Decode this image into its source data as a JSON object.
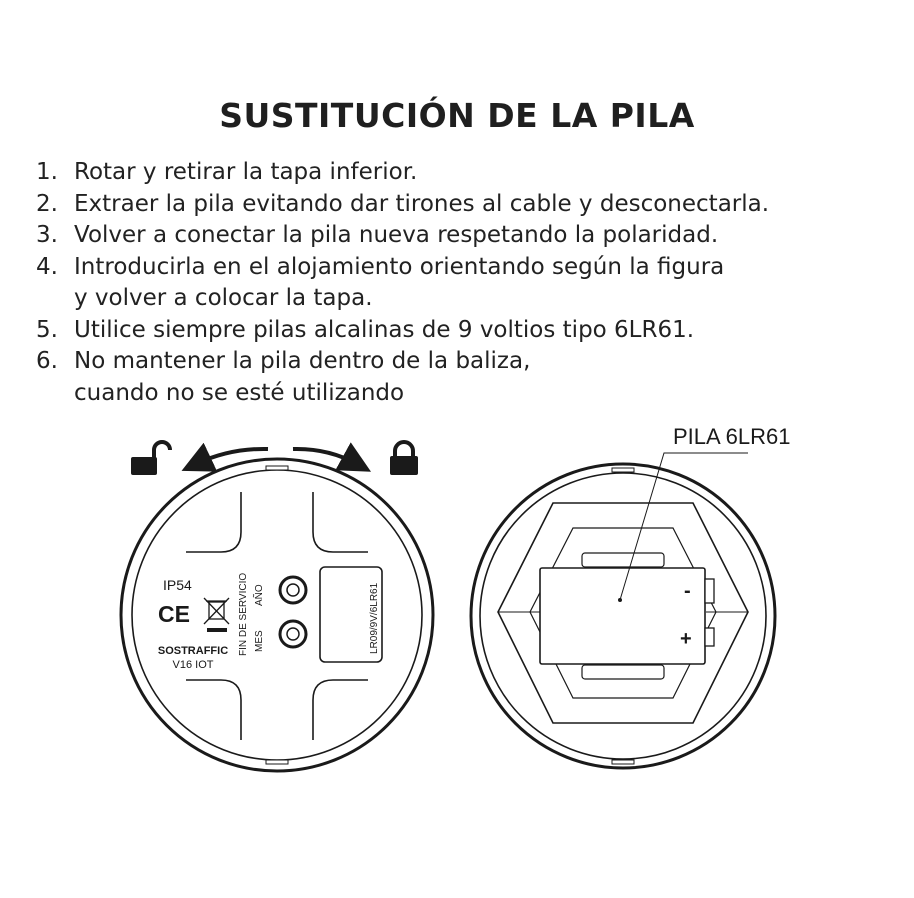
{
  "title": "SUSTITUCIÓN DE LA PILA",
  "steps": [
    {
      "num": "1.",
      "lines": [
        "Rotar y retirar la tapa inferior."
      ]
    },
    {
      "num": "2.",
      "lines": [
        "Extraer la pila evitando dar tirones al cable y desconectarla."
      ]
    },
    {
      "num": "3.",
      "lines": [
        "Volver a conectar la pila nueva respetando la polaridad."
      ]
    },
    {
      "num": "4.",
      "lines": [
        "Introducirla en el alojamiento orientando según la figura",
        "y volver a colocar la tapa."
      ]
    },
    {
      "num": "5.",
      "lines": [
        "Utilice siempre pilas alcalinas de 9 voltios tipo 6LR61."
      ]
    },
    {
      "num": "6.",
      "lines": [
        "No mantener la pila dentro de la baliza,",
        "cuando no se esté utilizando"
      ]
    }
  ],
  "left_device": {
    "ip_rating": "IP54",
    "ce_mark": "CE",
    "brand": "SOSTRAFFIC",
    "model": "V16 IOT",
    "end_of_service_label": "FIN DE SERVICIO",
    "year_label": "AÑO",
    "month_label": "MES",
    "battery_code": "LR09/9V/6LR61",
    "icons": [
      "unlock-icon",
      "lock-icon",
      "weee-bin-icon",
      "ce-mark-icon"
    ]
  },
  "right_device": {
    "callout_label": "PILA 6LR61",
    "minus_sign": "-",
    "plus_sign": "+"
  }
}
